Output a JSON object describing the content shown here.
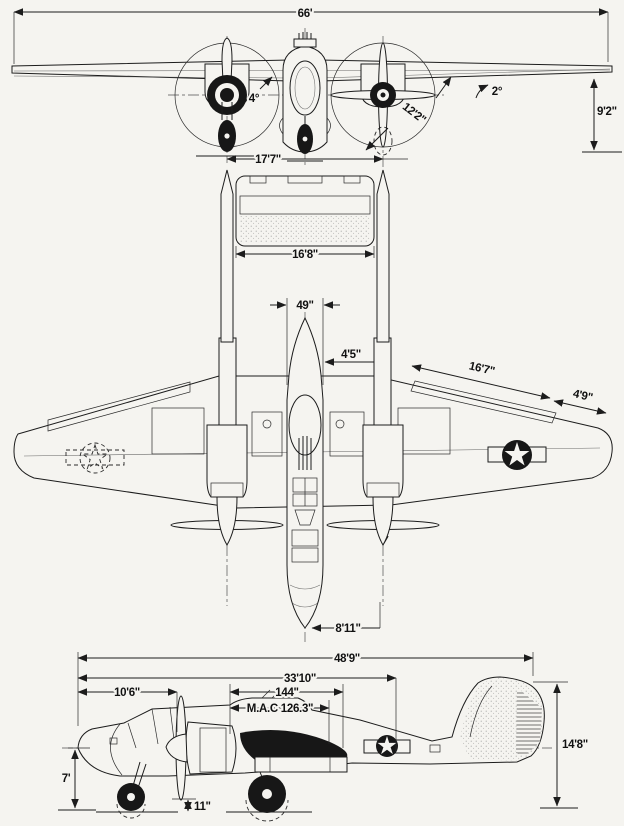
{
  "document": {
    "kind": "three-view dimensional drawing",
    "paper_color": "#f5f4f0",
    "ink_color": "#1c1c1c"
  },
  "front_view": {
    "labels": {
      "span": "66'",
      "height": "9'2\"",
      "gear_track": "17'7\"",
      "prop_diameter": "12'2\"",
      "thrust_angle": "4°",
      "dihedral": "2°"
    }
  },
  "top_view": {
    "labels": {
      "stabilizer_span": "16'8\"",
      "tail_cone_width": "49\"",
      "pod_to_boom": "4'5\"",
      "outer_wing_panel": "16'7\"",
      "wing_tip": "4'9\"",
      "nose_to_boom": "8'11\""
    }
  },
  "side_view": {
    "labels": {
      "overall_length": "48'9\"",
      "nose_to_tail": "33'10\"",
      "nose_to_prop": "10'6\"",
      "wing_root_chord": "144\"",
      "mac": "M.A.C 126.3\"",
      "tail_height": "14'8\"",
      "nose_height": "7'",
      "prop_clearance": "11\""
    }
  }
}
